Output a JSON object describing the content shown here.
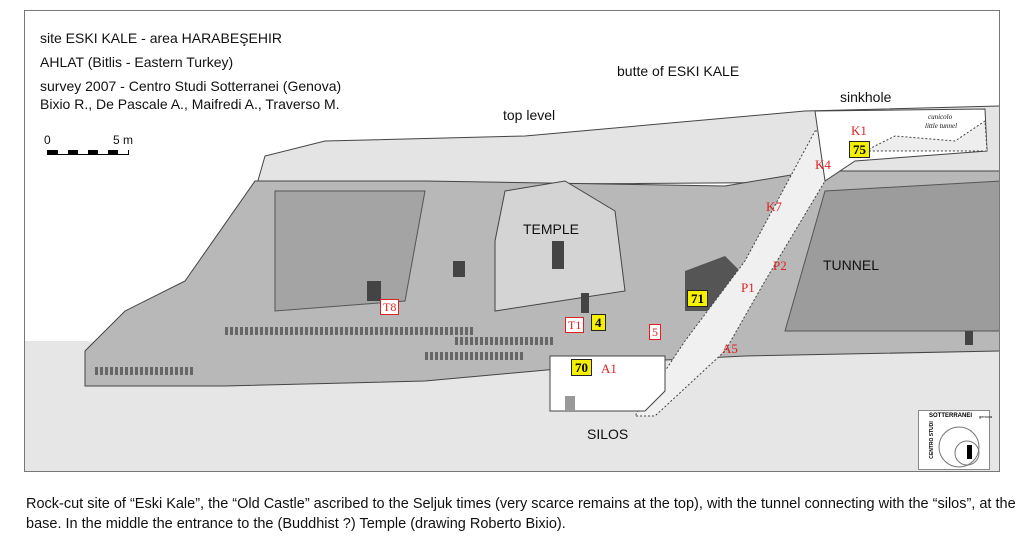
{
  "header": {
    "line1": "site ESKI KALE - area HARABEŞEHIR",
    "line2": "AHLAT (Bitlis - Eastern Turkey)",
    "line3": "survey 2007 - Centro Studi Sotterranei (Genova)",
    "line4": "Bixio R., De Pascale A., Maifredi A., Traverso M."
  },
  "scale": {
    "zero": "0",
    "five": "5 m"
  },
  "labels": {
    "butte": "butte of ESKI KALE",
    "top_level": "top level",
    "sinkhole": "sinkhole",
    "temple": "TEMPLE",
    "tunnel": "TUNNEL",
    "silos": "SILOS",
    "little_tunnel_it": "cunicolo",
    "little_tunnel_en": "little tunnel"
  },
  "red_labels": {
    "K1": "K1",
    "K4": "K4",
    "K7": "K7",
    "P2": "P2",
    "P1": "P1",
    "A5": "A5",
    "A1": "A1"
  },
  "boxed_labels": {
    "T8": "T8",
    "T1": "T1",
    "five": "5"
  },
  "yellow_boxes": {
    "b75": "75",
    "b71": "71",
    "b4": "4",
    "b70": "70"
  },
  "logo": {
    "title": "SOTTERRANEI",
    "sub": "genova",
    "side": "CENTRO STUDI"
  },
  "caption": "Rock-cut site of “Eski Kale”, the “Old Castle” ascribed to the Seljuk times (very scarce remains at the top), with the tunnel connecting with the “silos”, at the base. In the middle the entrance to the (Buddhist ?) Temple (drawing Roberto Bixio).",
  "colors": {
    "rock_light": "#d6d6d6",
    "rock_mid": "#b4b4b4",
    "rock_dark": "#8f8f8f",
    "ground": "#e6e6e6",
    "red": "#e02020",
    "yellow": "#f4f000"
  }
}
